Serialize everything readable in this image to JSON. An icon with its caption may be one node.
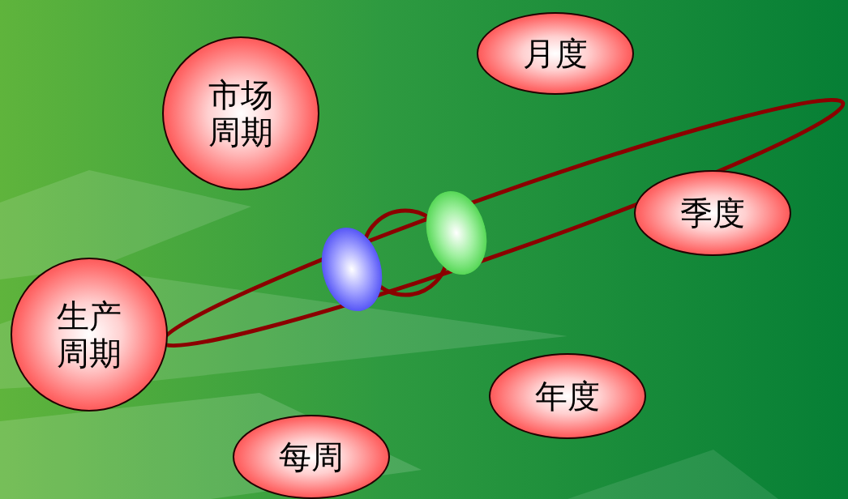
{
  "diagram": {
    "nodes": [
      {
        "text": [
          "月度"
        ]
      },
      {
        "text": [
          "市场周期"
        ]
      },
      {
        "text": [
          "季度"
        ]
      },
      {
        "text": [],
        "shape": "ellipse"
      },
      {
        "text": [],
        "shape": "ellipse"
      },
      {
        "text": [
          "生产周期"
        ]
      },
      {
        "text": [
          "年度"
        ]
      },
      {
        "text": [
          "每周"
        ]
      }
    ]
  }
}
